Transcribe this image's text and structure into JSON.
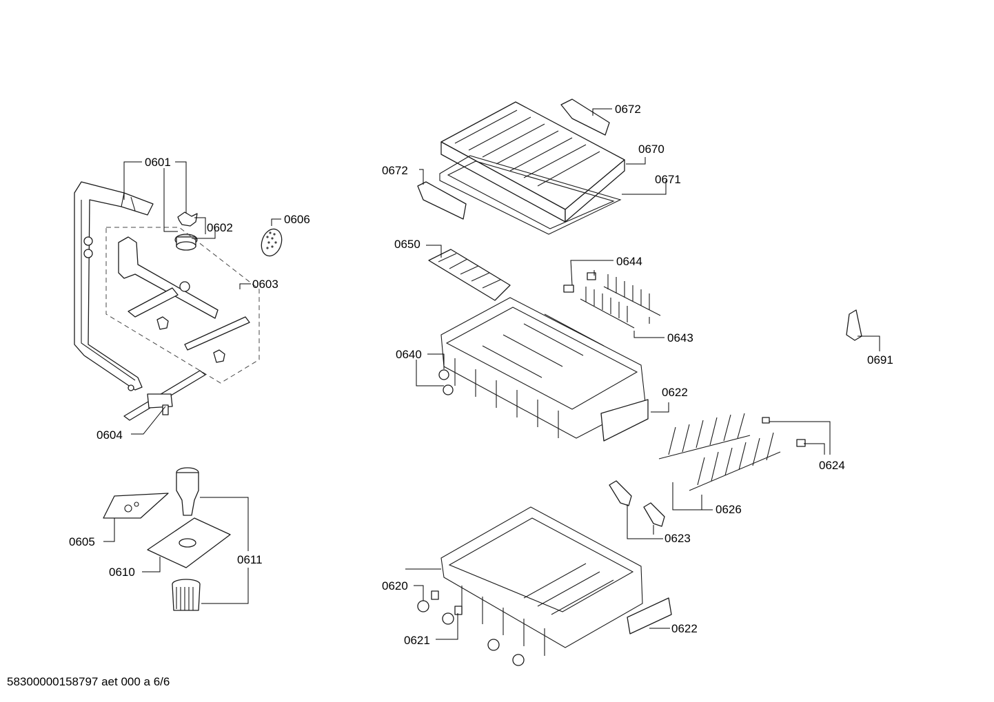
{
  "footer_text": "58300000158797 aet 000 a 6/6",
  "callouts": {
    "c0601": "0601",
    "c0602": "0602",
    "c0603": "0603",
    "c0604": "0604",
    "c0605": "0605",
    "c0606": "0606",
    "c0610": "0610",
    "c0611": "0611",
    "c0620": "0620",
    "c0621": "0621",
    "c0622a": "0622",
    "c0622b": "0622",
    "c0623": "0623",
    "c0624": "0624",
    "c0626": "0626",
    "c0640": "0640",
    "c0643": "0643",
    "c0644": "0644",
    "c0650": "0650",
    "c0670": "0670",
    "c0671": "0671",
    "c0672a": "0672",
    "c0672b": "0672",
    "c0691": "0691"
  }
}
